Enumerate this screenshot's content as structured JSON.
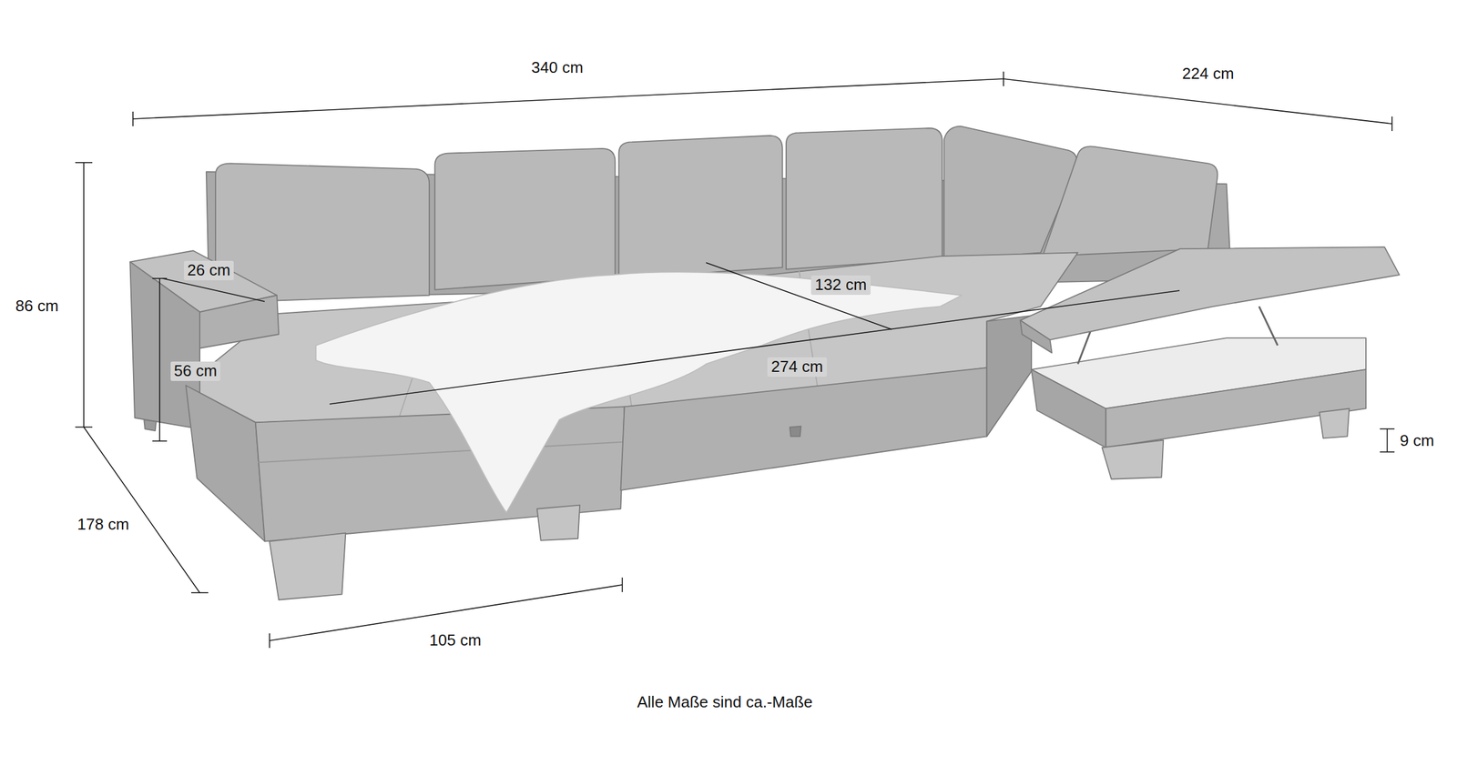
{
  "diagram": {
    "caption": "Alle Maße sind ca.-Maße",
    "labels": [
      "340 cm",
      "224 cm",
      "86 cm",
      "26 cm",
      "132 cm",
      "56 cm",
      "274 cm",
      "9 cm",
      "178 cm",
      "105 cm"
    ]
  }
}
